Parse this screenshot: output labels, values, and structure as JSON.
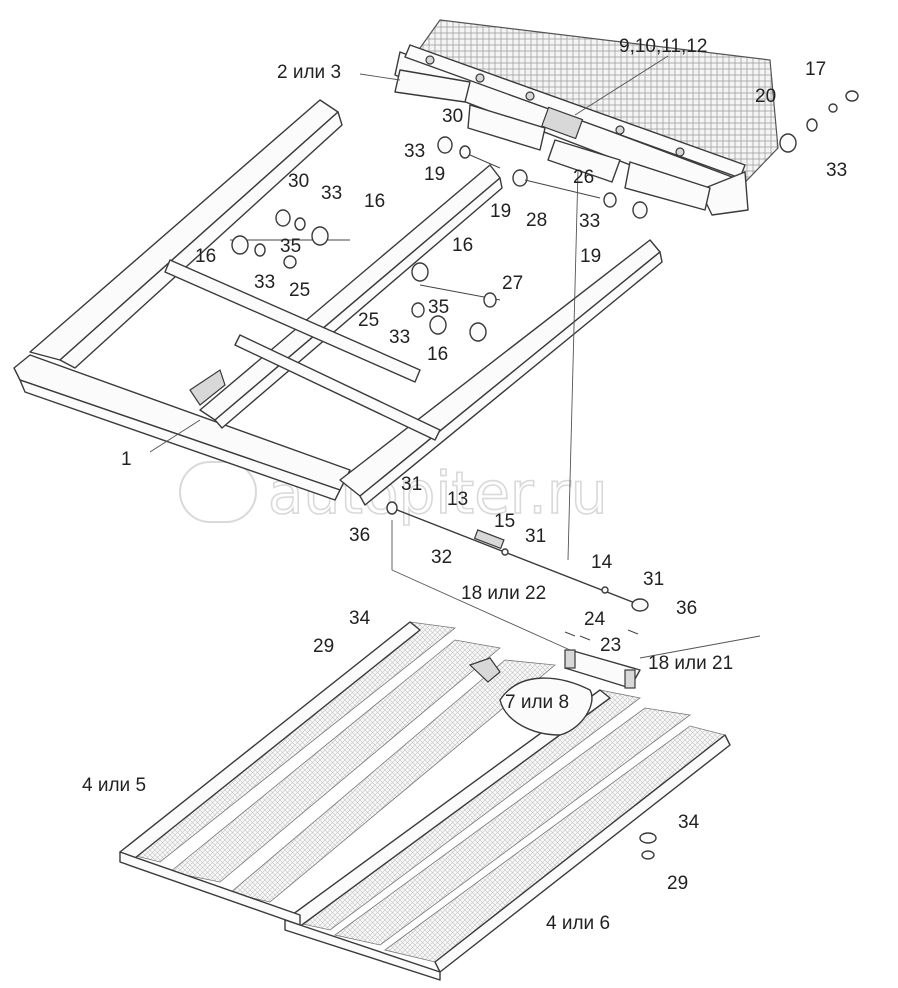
{
  "watermark": "autopiter.ru",
  "labels": [
    {
      "id": "l-1",
      "text": "1"
    },
    {
      "id": "l-2-3",
      "text": "2 или 3"
    },
    {
      "id": "l-9-12",
      "text": "9,10,11,12"
    },
    {
      "id": "l-17",
      "text": "17"
    },
    {
      "id": "l-20",
      "text": "20"
    },
    {
      "id": "l-33-r",
      "text": "33"
    },
    {
      "id": "l-30-top",
      "text": "30"
    },
    {
      "id": "l-33-top",
      "text": "33"
    },
    {
      "id": "l-19-a",
      "text": "19"
    },
    {
      "id": "l-26",
      "text": "26"
    },
    {
      "id": "l-19-b",
      "text": "19"
    },
    {
      "id": "l-28",
      "text": "28"
    },
    {
      "id": "l-33-mid",
      "text": "33"
    },
    {
      "id": "l-19-c",
      "text": "19"
    },
    {
      "id": "l-30-left",
      "text": "30"
    },
    {
      "id": "l-33-left",
      "text": "33"
    },
    {
      "id": "l-16-a",
      "text": "16"
    },
    {
      "id": "l-16-b",
      "text": "16"
    },
    {
      "id": "l-35-a",
      "text": "35"
    },
    {
      "id": "l-16-c",
      "text": "16"
    },
    {
      "id": "l-33-low",
      "text": "33"
    },
    {
      "id": "l-25-a",
      "text": "25"
    },
    {
      "id": "l-27",
      "text": "27"
    },
    {
      "id": "l-35-b",
      "text": "35"
    },
    {
      "id": "l-25-b",
      "text": "25"
    },
    {
      "id": "l-33-c",
      "text": "33"
    },
    {
      "id": "l-16-d",
      "text": "16"
    },
    {
      "id": "l-31-a",
      "text": "31"
    },
    {
      "id": "l-13",
      "text": "13"
    },
    {
      "id": "l-36-a",
      "text": "36"
    },
    {
      "id": "l-15",
      "text": "15"
    },
    {
      "id": "l-31-b",
      "text": "31"
    },
    {
      "id": "l-32",
      "text": "32"
    },
    {
      "id": "l-14",
      "text": "14"
    },
    {
      "id": "l-18-22",
      "text": "18 или 22"
    },
    {
      "id": "l-31-c",
      "text": "31"
    },
    {
      "id": "l-36-b",
      "text": "36"
    },
    {
      "id": "l-34-a",
      "text": "34"
    },
    {
      "id": "l-24",
      "text": "24"
    },
    {
      "id": "l-29-a",
      "text": "29"
    },
    {
      "id": "l-23",
      "text": "23"
    },
    {
      "id": "l-18-21",
      "text": "18 или 21"
    },
    {
      "id": "l-7-8",
      "text": "7 или 8"
    },
    {
      "id": "l-4-5",
      "text": "4 или 5"
    },
    {
      "id": "l-34-b",
      "text": "34"
    },
    {
      "id": "l-29-b",
      "text": "29"
    },
    {
      "id": "l-4-6",
      "text": "4 или 6"
    }
  ]
}
